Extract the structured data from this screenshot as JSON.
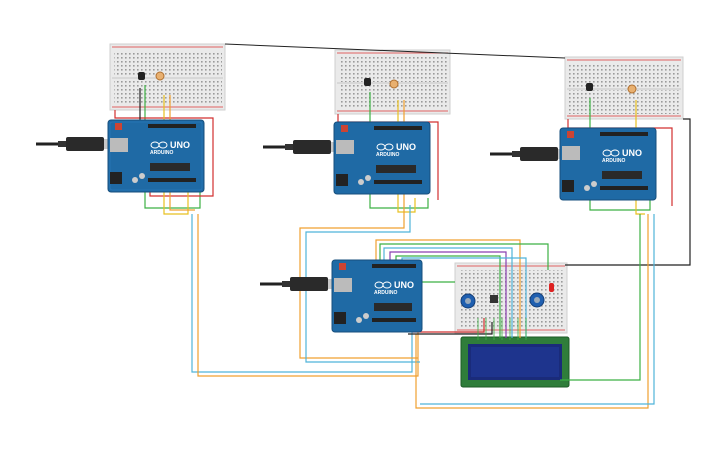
{
  "circuit": {
    "board_brand": "ARDUINO",
    "board_model": "UNO",
    "boards": [
      {
        "id": "uno-1"
      },
      {
        "id": "uno-2"
      },
      {
        "id": "uno-3"
      },
      {
        "id": "uno-4"
      }
    ],
    "breadboards": [
      {
        "id": "bb-1"
      },
      {
        "id": "bb-2"
      },
      {
        "id": "bb-3"
      },
      {
        "id": "bb-4"
      }
    ],
    "lcd": {
      "id": "lcd-16x2"
    },
    "colors": {
      "board": "#1f6aa5",
      "board_dark": "#174f7d",
      "breadboard": "#eeeeee",
      "lcd_screen": "#1a2b7a",
      "lcd_frame": "#2f7d3a",
      "wire_orange": "#f0a030",
      "wire_blue": "#4fb3d9",
      "wire_green": "#3cb043",
      "wire_red": "#d23030",
      "wire_black": "#222222",
      "wire_yellow": "#e8c020",
      "wire_purple": "#8a3fb0"
    }
  }
}
